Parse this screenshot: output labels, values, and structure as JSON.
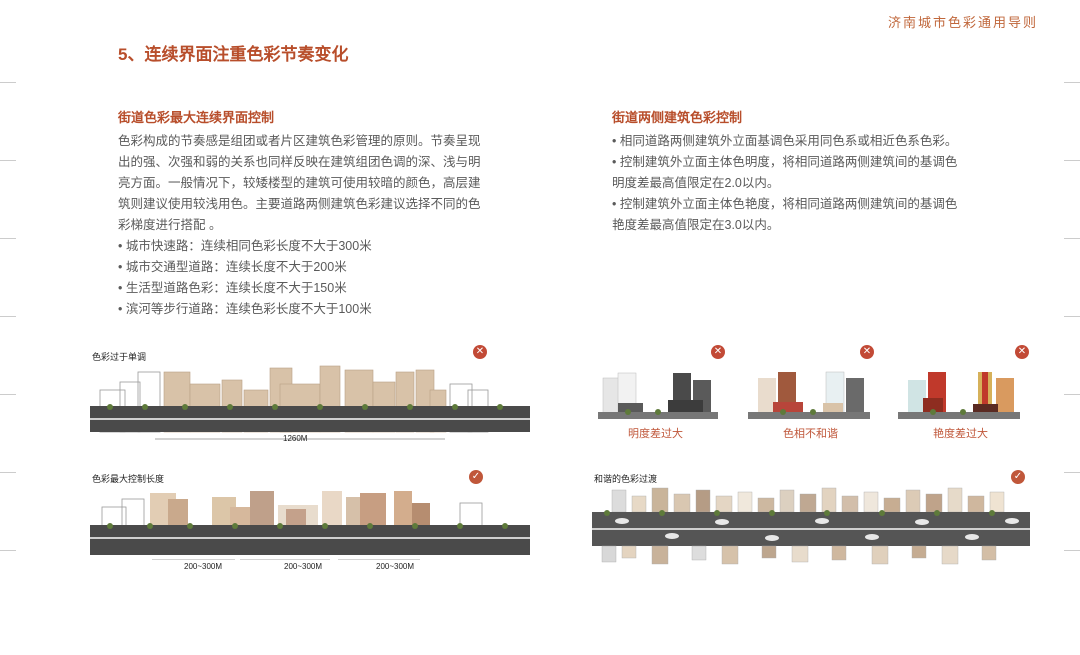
{
  "header": {
    "title": "济南城市色彩通用导则"
  },
  "section": {
    "title": "5、连续界面注重色彩节奏变化"
  },
  "left": {
    "subtitle": "街道色彩最大连续界面控制",
    "paragraph_lines": [
      "色彩构成的节奏感是组团或者片区建筑色彩管理的原则。节奏呈现",
      "出的强、次强和弱的关系也同样反映在建筑组团色调的深、浅与明",
      "亮方面。一般情况下，较矮楼型的建筑可使用较暗的颜色，高层建",
      "筑则建议使用较浅用色。主要道路两侧建筑色彩建议选择不同的色",
      "彩梯度进行搭配 。"
    ],
    "bullets": [
      "• 城市快速路：连续相同色彩长度不大于300米",
      "• 城市交通型道路：连续长度不大于200米",
      "• 生活型道路色彩：连续长度不大于150米",
      "• 滨河等步行道路：连续色彩长度不大于100米"
    ]
  },
  "right": {
    "subtitle": "街道两侧建筑色彩控制",
    "lines": [
      "• 相同道路两侧建筑外立面基调色采用同色系或相近色系色彩。",
      "• 控制建筑外立面主体色明度，将相同道路两侧建筑间的基调色",
      "明度差最高值限定在2.0以内。",
      "• 控制建筑外立面主体色艳度，将相同道路两侧建筑间的基调色",
      "艳度差最高值限定在3.0以内。"
    ]
  },
  "figures": {
    "fig1": {
      "label": "色彩过于单调",
      "dimension": "1260M",
      "status_icon": "cross-icon"
    },
    "fig2": {
      "label": "色彩最大控制长度",
      "dims": [
        "200~300M",
        "200~300M",
        "200~300M"
      ],
      "status_icon": "check-icon"
    },
    "fig3": {
      "captions": [
        "明度差过大",
        "色相不和谐",
        "艳度差过大"
      ],
      "status_icon": "cross-icon"
    },
    "fig4": {
      "label": "和谐的色彩过渡",
      "status_icon": "check-icon"
    }
  },
  "colors": {
    "accent": "#b84e2b",
    "cross": "#c24a36",
    "check": "#c0573a"
  }
}
